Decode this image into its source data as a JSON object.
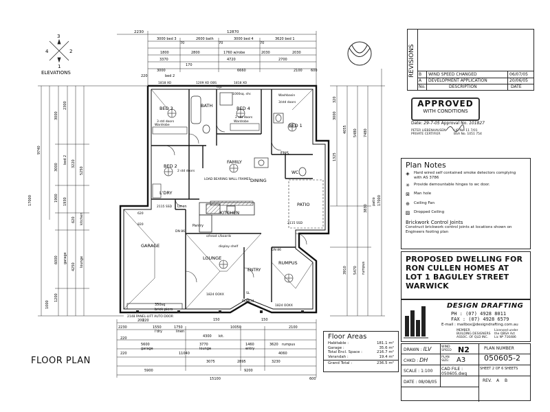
{
  "elevations": {
    "label": "ELEVATIONS",
    "n1": "1",
    "n2": "2",
    "n3": "3",
    "n4": "4"
  },
  "floor_plan_label": "FLOOR PLAN",
  "dims": {
    "top_2230": "2230",
    "top_12870": "12870",
    "top_bed3": "3000 bed 3",
    "top_bath": "2600 bath",
    "top_bed4": "3000 bed 4",
    "top_bed1": "3620 bed 1",
    "top_70a": "70",
    "top_70b": "70",
    "top_70c": "70",
    "r2_1800": "1800",
    "r2_2800": "2800",
    "r2_wrobe": "1760 w/robe",
    "r2_2030a": "2030",
    "r2_2030b": "2030",
    "r3_3370": "3370",
    "r3_4720": "4720",
    "r3_2700": "2700",
    "r4_3000": "3000",
    "r4_bed2": "bed 2",
    "r4_6660": "6660",
    "r4_2100": "2100",
    "r4_600": "600",
    "r4_220": "220",
    "r4_170": "170",
    "left_9740": "9740",
    "left_17000": "17000",
    "left_3000a": "3000",
    "left_2300": "2300",
    "left_3000b": "3000",
    "left_3220": "3220",
    "left_5250": "5250",
    "left_bed2": "bed 2",
    "left_1900": "1900",
    "left_1930": "1930",
    "left_620": "620",
    "left_kitchen": "kitchen",
    "left_6000": "6000",
    "left_4250": "4250",
    "left_garage": "garage",
    "left_lounge": "lounge",
    "left_1200": "1200",
    "left_1000": "1000",
    "right_3000": "3000",
    "right_4055": "4055",
    "right_5480": "5480",
    "right_7480": "7480",
    "right_17000": "17000",
    "right_3830": "3830",
    "right_patio": "patio",
    "right_5470": "5470",
    "right_rumpus": "rumpus",
    "right_3910": "3910",
    "right_1325": "1325",
    "right_320": "320",
    "b_350sq": "350sq",
    "b_brick_piers": "brick piers",
    "b_150": "150",
    "b_2230": "2230",
    "b_220a": "220",
    "b_1550": "1550",
    "b_1750": "1750",
    "b_200": "200",
    "b_dry": "l'dry",
    "b_linen": "linen",
    "b_4300": "4300",
    "b_kit": "kit.",
    "b_220b": "220",
    "b_2100": "2100",
    "b_5600": "5600",
    "b_garage": "garage",
    "b_3770": "3770",
    "b_lounge": "lounge",
    "b_1460": "1460",
    "b_entry": "entry",
    "b_3620": "3620",
    "b_rumpus": "rumpus",
    "b_11040": "11040",
    "b_4060": "4060",
    "b_3075": "3075",
    "b_2895": "2895",
    "b_3230": "3230",
    "b_5900": "5900",
    "b_9200": "9200",
    "b_15100": "15100",
    "b_600": "600",
    "b_220c": "220",
    "b_10050": "10050",
    "b_150b": "150"
  },
  "rooms": {
    "bed3": "BED 3",
    "bath": "BATH",
    "bed4": "BED 4",
    "bed1": "BED 1",
    "bed2": "BED 2",
    "family": "FAMILY",
    "dining": "DINING",
    "ldry": "L'DRY",
    "kitchen": "KITCHEN",
    "garage": "GARAGE",
    "lounge": "LOUNGE",
    "entry": "ENTRY",
    "rumpus": "RUMPUS",
    "patio": "PATIO",
    "ens": "ENS.",
    "wc": "WC",
    "linen": "Linen",
    "pantry": "Pantry",
    "porch": "PORCH"
  },
  "annotations": {
    "wardrobe1": "Wardrobe",
    "wardrobe2": "Wardrobe",
    "door1": "3 std doors",
    "door2": "2 std doors",
    "door3": "3/std doors",
    "wash": "Washbasin",
    "shr": "1000sq. shr.",
    "load_bearing": "LOAD BEARING WALL FRAMES",
    "head": "o/head c/boards",
    "display": "display shelf",
    "panel_door": "2148 PANEL-LIFT AUTO DOOR",
    "std_doors_bed2": "2 std doors",
    "dn86a": "DN 86",
    "dn86b": "DN 86",
    "sl": "SL",
    "dp": "d.p.",
    "n1818": "1818 XO",
    "n1209": "1209 XO OBS",
    "n1818b": "1818 XO",
    "n2115": "2115 SSD",
    "n1824a": "1824 OOXX",
    "n1824b": "1824 OOXX",
    "n2115b": "2115 SSD",
    "n620": "620",
    "n820": "820"
  },
  "revisions": {
    "title": "REVISIONS",
    "rows": [
      {
        "no": "B",
        "desc": "WIND SPEED CHANGED",
        "date": "06/07/05"
      },
      {
        "no": "A",
        "desc": "DEVELOPMENT APPLICATION",
        "date": "20/06/05"
      }
    ],
    "col_no": "No.",
    "col_desc": "DESCRIPTION",
    "col_date": "DATE"
  },
  "approval": {
    "title": "APPROVED",
    "sub": "WITH CONDITIONS",
    "date_label": "Date:",
    "date": "29-7-05",
    "approval_label": "Approval No.",
    "approval_no": "101827",
    "certifier": "PETER LIEBENHAUSEN",
    "certifier_role": "PRIVATE CERTIFIER",
    "lic": "LIC No. 11 7/01",
    "bsa": "BSA No. 1051 754"
  },
  "plan_notes": {
    "title": "Plan Notes",
    "items": [
      {
        "sym": "◈",
        "text": "Hard wired self contained smoke detectors complying with AS 3786"
      },
      {
        "sym": "✳",
        "text": "Provide demountable hinges to wc door."
      },
      {
        "sym": "⊠",
        "text": "Man hole"
      },
      {
        "sym": "⊕",
        "text": "Ceiling Fan"
      },
      {
        "sym": "▨",
        "text": "Dropped Ceiling"
      }
    ],
    "brick_title": "Brickwork Control Joints",
    "brick_text": "Construct brickwork control joints at locations shown on Engineers footing plan"
  },
  "project": {
    "line1": "PROPOSED DWELLING FOR",
    "line2": "RON CULLEN HOMES AT",
    "line3": "LOT 1 BAGULEY STREET",
    "line4": "WARWICK"
  },
  "company": {
    "name": "DESIGN DRAFTING",
    "ph": "PH : (07) 4928 8011",
    "fax": "FAX : (07) 4928 6579",
    "email": "E-mail : mailbox@designdrafting.com.au",
    "member": "MEMBER",
    "member2": "BUILDING DESIGNERS",
    "member3": "ASSOC. OF QLD INC.",
    "licensed": "Licensed under",
    "licensed2": "the QBSA Act",
    "lic": "Lic Nº 716486"
  },
  "details": {
    "drawn_label": "DRAWN :",
    "drawn": "ILV",
    "wind_label": "WIND SPEED",
    "wind": "N2",
    "chkd_label": "CHKD :",
    "chkd": "DH",
    "plan_label": "PLAN SIZE:",
    "plan": "A3",
    "scale_label": "SCALE :",
    "scale": "1:100",
    "cad_label": "CAD FILE :",
    "cad": "050605.dwg",
    "date_label": "DATE :",
    "date": "08/08/05",
    "plan_no_label": "PLAN NUMBER",
    "plan_no": "050605-2",
    "sheet": "SHEET 2 OF 6 SHEETS",
    "rev_label": "REV.",
    "rev_a": "A",
    "rev_b": "B"
  },
  "floor_areas": {
    "title": "Floor Areas",
    "rows": [
      {
        "label": "Habitable :",
        "value": "181.1 m²"
      },
      {
        "label": "Garage :",
        "value": "35.6 m²"
      },
      {
        "label": "Total Encl. Space :",
        "value": "216.7 m²"
      },
      {
        "label": "Verandah :",
        "value": "19.4 m²"
      }
    ],
    "total_label": "Grand Total :",
    "total": "236.5 m²"
  },
  "colors": {
    "line": "#222222",
    "hatch": "#555555",
    "paper": "#ffffff"
  }
}
